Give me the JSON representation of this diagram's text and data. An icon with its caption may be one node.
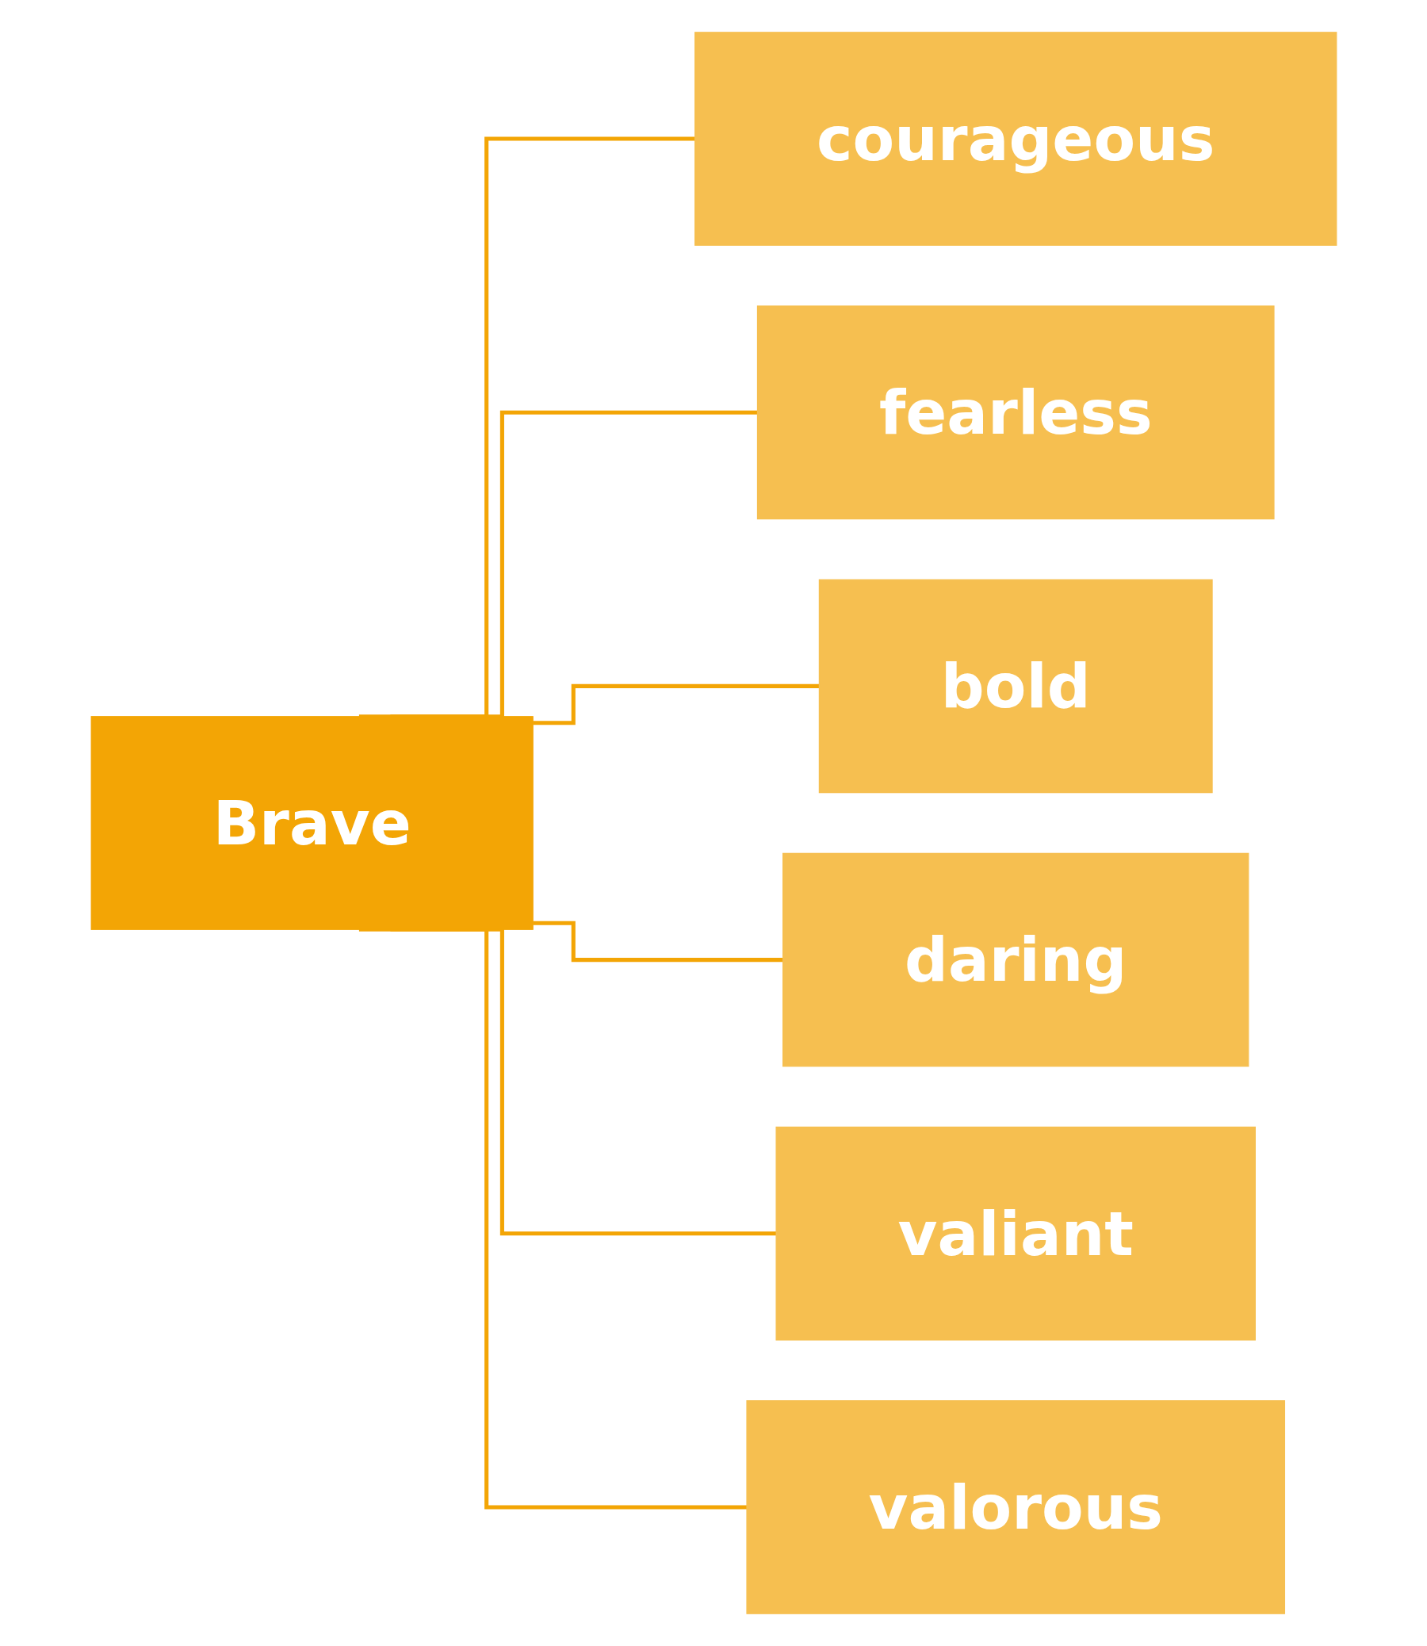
{
  "diagram": {
    "nodes": [
      {
        "text": [
          "Brave"
        ]
      },
      {
        "text": [
          "courageous"
        ]
      },
      {
        "text": [
          "fearless"
        ]
      },
      {
        "text": [
          "bold"
        ]
      },
      {
        "text": [
          "daring"
        ]
      },
      {
        "text": [
          "valiant"
        ]
      },
      {
        "text": [
          "valorous"
        ]
      }
    ],
    "edges": [
      {
        "from": 0,
        "to": 1,
        "arrow": "none"
      },
      {
        "from": 0,
        "to": 2,
        "arrow": "none"
      },
      {
        "from": 0,
        "to": 3,
        "arrow": "none"
      },
      {
        "from": 0,
        "to": 4,
        "arrow": "none"
      },
      {
        "from": 0,
        "to": 5,
        "arrow": "none"
      },
      {
        "from": 0,
        "to": 6,
        "arrow": "none"
      }
    ]
  }
}
